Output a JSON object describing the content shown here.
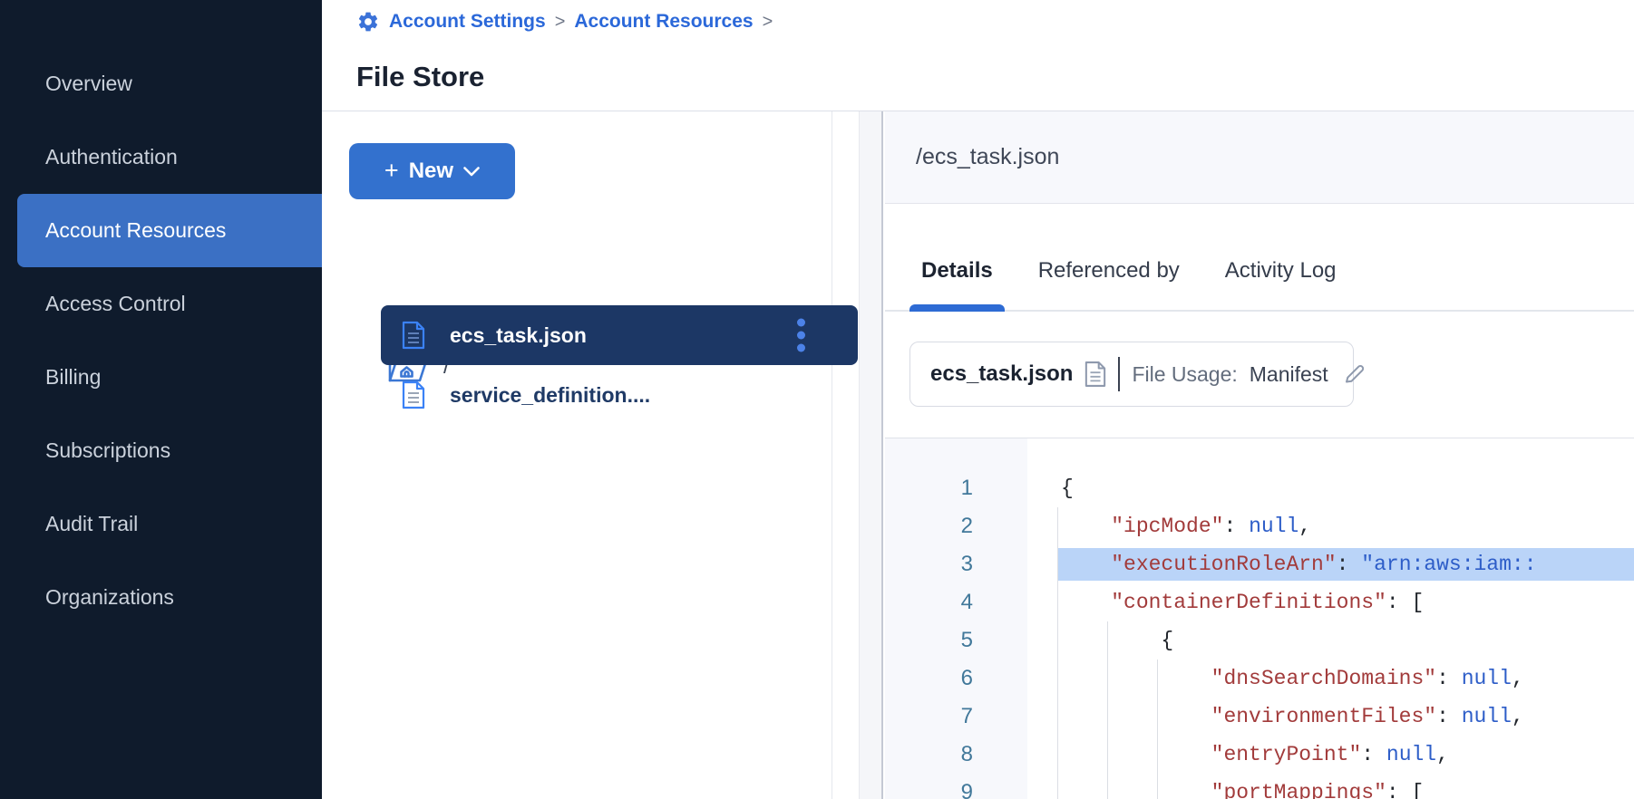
{
  "colors": {
    "accent": "#3371CE",
    "side_active": "#3B70C4",
    "row_selected": "#1C3765",
    "kebab": "#4C82E8",
    "link": "#2B68D9",
    "underline": "#2E6BD4",
    "highlight_line": "#BAD4F8",
    "syntax_key": "#A23B3B",
    "syntax_value": "#2D5DC8",
    "syntax_punct": "#22262C",
    "gutter_number": "#41789A",
    "sidebar_bg": "#0F1B2C"
  },
  "sidebar": {
    "items": [
      {
        "label": "Overview",
        "active": false
      },
      {
        "label": "Authentication",
        "active": false
      },
      {
        "label": "Account Resources",
        "active": true
      },
      {
        "label": "Access Control",
        "active": false
      },
      {
        "label": "Billing",
        "active": false
      },
      {
        "label": "Subscriptions",
        "active": false
      },
      {
        "label": "Audit Trail",
        "active": false
      },
      {
        "label": "Organizations",
        "active": false
      }
    ]
  },
  "breadcrumb": {
    "links": [
      "Account Settings",
      "Account Resources"
    ],
    "separator": ">"
  },
  "page_title": "File Store",
  "file_panel": {
    "new_button_label": "New",
    "root_label": "/",
    "files": [
      {
        "name": "ecs_task.json",
        "selected": true
      },
      {
        "name": "service_definition....",
        "selected": false
      }
    ]
  },
  "detail_panel": {
    "path": "/ecs_task.json",
    "tabs": [
      {
        "label": "Details",
        "active": true
      },
      {
        "label": "Referenced by",
        "active": false
      },
      {
        "label": "Activity Log",
        "active": false
      }
    ],
    "file_card": {
      "name": "ecs_task.json",
      "usage_label": "File Usage:",
      "usage_value": "Manifest"
    }
  },
  "code": {
    "lines": [
      {
        "num": 1,
        "highlight": false,
        "segments": [
          [
            "p",
            "{"
          ]
        ]
      },
      {
        "num": 2,
        "highlight": false,
        "segments": [
          [
            "p",
            "    "
          ],
          [
            "k",
            "\"ipcMode\""
          ],
          [
            "p",
            ": "
          ],
          [
            "v",
            "null"
          ],
          [
            "p",
            ","
          ]
        ]
      },
      {
        "num": 3,
        "highlight": true,
        "segments": [
          [
            "p",
            "    "
          ],
          [
            "k",
            "\"executionRoleArn\""
          ],
          [
            "p",
            ": "
          ],
          [
            "v",
            "\"arn:aws:iam::"
          ]
        ]
      },
      {
        "num": 4,
        "highlight": false,
        "segments": [
          [
            "p",
            "    "
          ],
          [
            "k",
            "\"containerDefinitions\""
          ],
          [
            "p",
            ": ["
          ]
        ]
      },
      {
        "num": 5,
        "highlight": false,
        "segments": [
          [
            "p",
            "        {"
          ]
        ]
      },
      {
        "num": 6,
        "highlight": false,
        "segments": [
          [
            "p",
            "            "
          ],
          [
            "k",
            "\"dnsSearchDomains\""
          ],
          [
            "p",
            ": "
          ],
          [
            "v",
            "null"
          ],
          [
            "p",
            ","
          ]
        ]
      },
      {
        "num": 7,
        "highlight": false,
        "segments": [
          [
            "p",
            "            "
          ],
          [
            "k",
            "\"environmentFiles\""
          ],
          [
            "p",
            ": "
          ],
          [
            "v",
            "null"
          ],
          [
            "p",
            ","
          ]
        ]
      },
      {
        "num": 8,
        "highlight": false,
        "segments": [
          [
            "p",
            "            "
          ],
          [
            "k",
            "\"entryPoint\""
          ],
          [
            "p",
            ": "
          ],
          [
            "v",
            "null"
          ],
          [
            "p",
            ","
          ]
        ]
      },
      {
        "num": 9,
        "highlight": false,
        "segments": [
          [
            "p",
            "            "
          ],
          [
            "k",
            "\"portMappings\""
          ],
          [
            "p",
            ": ["
          ]
        ]
      }
    ]
  }
}
